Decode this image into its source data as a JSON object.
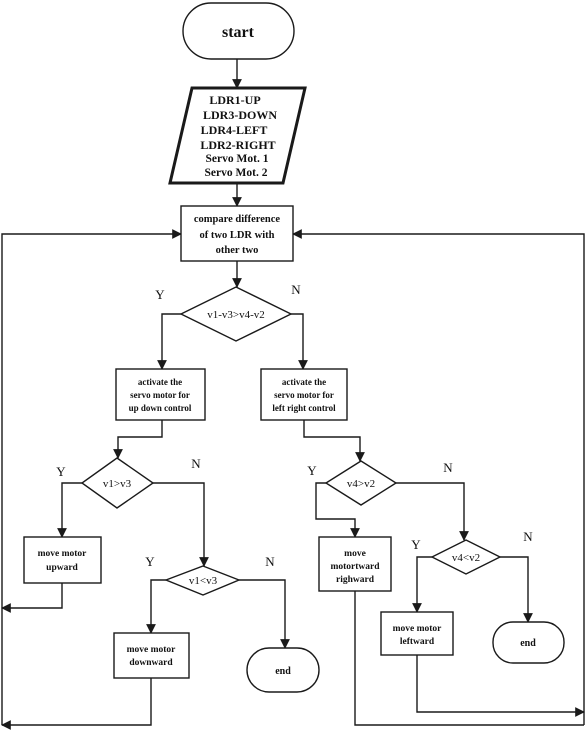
{
  "flowchart": {
    "start": "start",
    "inputs": [
      "LDR1-UP",
      "LDR3-DOWN",
      "LDR4-LEFT",
      "LDR2-RIGHT"
    ],
    "servos": [
      "Servo Mot. 1",
      "Servo Mot. 2"
    ],
    "compare": {
      "line1": "compare difference",
      "line2": "of two LDR with",
      "line3": "other two"
    },
    "decision_main": "v1-v3>v4-v2",
    "activate_ud": {
      "line1": "activate the",
      "line2": "servo motor for",
      "line3": "up down control"
    },
    "activate_lr": {
      "line1": "activate the",
      "line2": "servo motor for",
      "line3": "left right control"
    },
    "decision_v1v3": "v1>v3",
    "decision_v1lt": "v1<v3",
    "decision_v4v2": "v4>v2",
    "decision_v4lt": "v4<v2",
    "move_up": {
      "line1": "move motor",
      "line2": "upward"
    },
    "move_down": {
      "line1": "move motor",
      "line2": "downward"
    },
    "move_right": {
      "line1": "move",
      "line2": "motortward",
      "line3": "righward"
    },
    "move_left": {
      "line1": "move motor",
      "line2": "leftward"
    },
    "end": "end",
    "yes": "Y",
    "no": "N"
  }
}
